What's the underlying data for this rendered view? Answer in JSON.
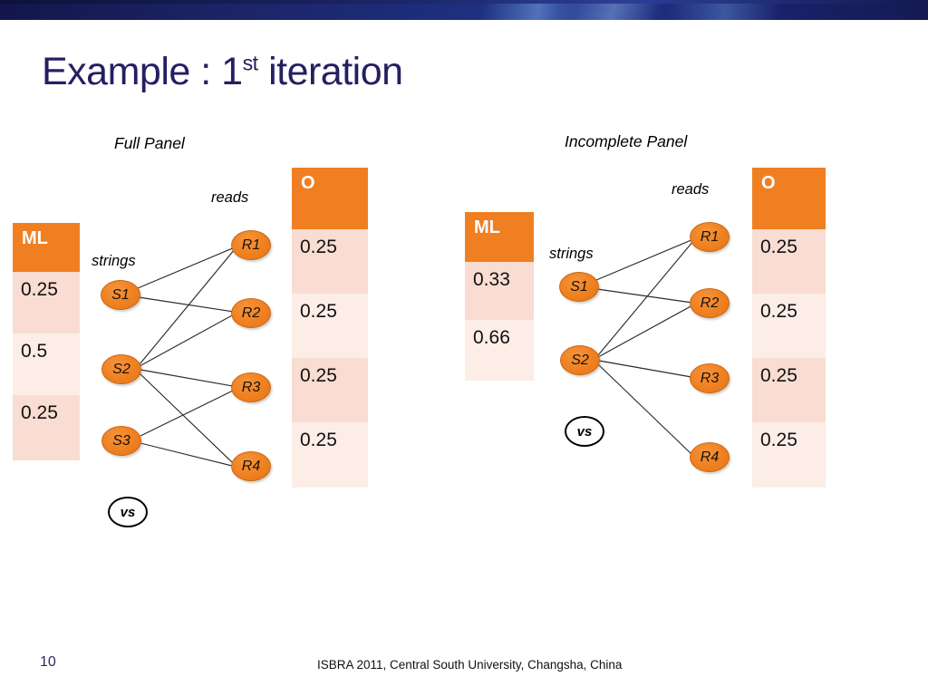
{
  "slide": {
    "title_main": "Example : 1",
    "title_sup": "st",
    "title_tail": " iteration",
    "accent_orange": "#F07F22",
    "row_dark_pink": "#F9DCD2",
    "row_light_pink": "#FCEDE7",
    "title_color": "#251f62",
    "banner_color": "#1b2363"
  },
  "footer": {
    "page_number": "10",
    "conference": "ISBRA 2011, Central South University, Changsha, China"
  },
  "panels": [
    {
      "id": "full-panel",
      "title": "Full Panel",
      "strings_label": "strings",
      "reads_label": "reads",
      "vs_label": "vs",
      "ml_column": {
        "header": "ML",
        "values": [
          "0.25",
          "0.5",
          "0.25"
        ]
      },
      "o_column": {
        "header": "O",
        "values": [
          "0.25",
          "0.25",
          "0.25",
          "0.25"
        ]
      },
      "string_nodes": [
        "S1",
        "S2",
        "S3"
      ],
      "read_nodes": [
        "R1",
        "R2",
        "R3",
        "R4"
      ],
      "edges": [
        [
          "S1",
          "R1"
        ],
        [
          "S1",
          "R2"
        ],
        [
          "S2",
          "R1"
        ],
        [
          "S2",
          "R2"
        ],
        [
          "S2",
          "R3"
        ],
        [
          "S2",
          "R4"
        ],
        [
          "S3",
          "R3"
        ],
        [
          "S3",
          "R4"
        ]
      ]
    },
    {
      "id": "incomplete-panel",
      "title": "Incomplete Panel",
      "strings_label": "strings",
      "reads_label": "reads",
      "vs_label": "vs",
      "ml_column": {
        "header": "ML",
        "values": [
          "0.33",
          "0.66"
        ]
      },
      "o_column": {
        "header": "O",
        "values": [
          "0.25",
          "0.25",
          "0.25",
          "0.25"
        ]
      },
      "string_nodes": [
        "S1",
        "S2"
      ],
      "read_nodes": [
        "R1",
        "R2",
        "R3",
        "R4"
      ],
      "edges": [
        [
          "S1",
          "R1"
        ],
        [
          "S1",
          "R2"
        ],
        [
          "S2",
          "R1"
        ],
        [
          "S2",
          "R2"
        ],
        [
          "S2",
          "R3"
        ],
        [
          "S2",
          "R4"
        ]
      ]
    }
  ]
}
